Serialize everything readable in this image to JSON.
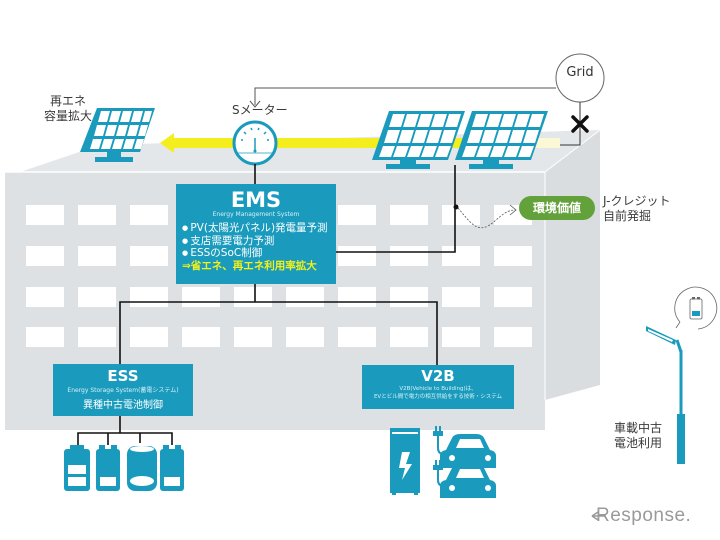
{
  "diagram": {
    "grid": {
      "label": "Grid"
    },
    "smart_meter": {
      "label": "Sメーター"
    },
    "renewable_expansion": {
      "line1": "再エネ",
      "line2": "容量拡大"
    },
    "ems": {
      "title": "EMS",
      "subtitle": "Energy Management System",
      "bullets": [
        "PV(太陽光パネル)発電量予測",
        "支店需要電力予測",
        "ESSのSoC制御"
      ],
      "highlight": "⇒省エネ、再エネ利用率拡大"
    },
    "environmental_value": {
      "badge": "環境価値",
      "note_line1": "J-クレジット",
      "note_line2": "自前発掘"
    },
    "ess": {
      "title": "ESS",
      "subtitle": "Energy Storage System(蓄電システム)",
      "note": "異種中古電池制御"
    },
    "v2b": {
      "title": "V2B",
      "subtitle_line1": "V2B(Vehicle to Building)は、",
      "subtitle_line2": "EVとビル間で電力の相互供給をする技術・システム"
    },
    "streetlight": {
      "line1": "車載中古",
      "line2": "電池利用"
    },
    "grid_disconnected_icon": "x-mark",
    "watermark": "Response."
  },
  "colors": {
    "accent_teal": "#1a9bbd",
    "building_gray": "#dde1e4",
    "flow_yellow": "#f5ee1e",
    "env_green": "#63a23a",
    "highlight_yellow": "#f3f01a"
  }
}
